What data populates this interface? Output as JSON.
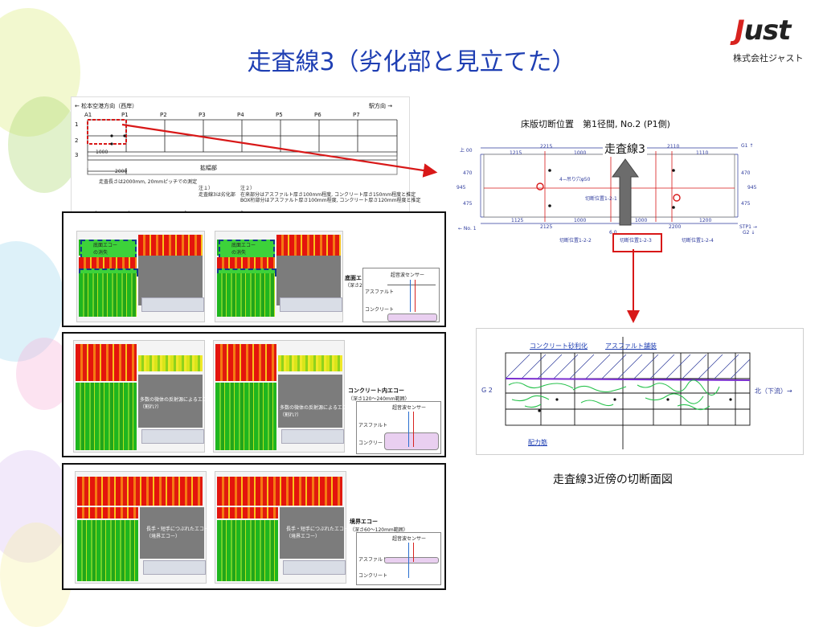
{
  "title": "走査線3（劣化部と見立てた）",
  "logo": {
    "mark_prefix": "J",
    "mark_rest": "ust",
    "company": "株式会社ジャスト"
  },
  "plan": {
    "left_dir": "←  松本空港方向（西岸）",
    "right_dir": "駅方向  →",
    "col_labels": [
      "A1",
      "P1",
      "P2",
      "P3",
      "P4",
      "P5",
      "P6",
      "P7"
    ],
    "row_labels": [
      "1",
      "2",
      "3"
    ],
    "widen_label": "拡幅部",
    "dim_2000": "2000",
    "dim_1000": "1000",
    "note_main": "走査長さは2000mm, 20mmピッチでの測定",
    "note1_title": "注１）",
    "note1_text": "走査線3は劣化部",
    "note2_title": "注２）",
    "note2_line1": "在来部分はアスファルト厚さ100mm程度, コンクリート厚さ150mm程度と推定",
    "note2_line2": "BOX桁部分はアスファルト厚さ100mm程度, コンクリート厚さ120mm程度と推定"
  },
  "panel1": {
    "echo_label_line1": "底面エコー",
    "echo_label_line2": "の消失",
    "side_title": "底面エ",
    "side_sub": "（深さ24",
    "sensor": "超音波センサー",
    "asphalt": "アスファルト",
    "concrete": "コンクリート"
  },
  "panel2": {
    "reflect_note1": "多数の微体の反射源によるエコー",
    "reflect_note2": "（割れ?）",
    "side_title": "コンクリート内エコー",
    "side_sub": "（深さ120〜240mm範囲）",
    "sensor": "超音波センサー",
    "asphalt": "アスファルト",
    "concrete": "コンクリート"
  },
  "panel3": {
    "note1": "長手・短手につぶれたエコー",
    "note2": "（境界エコー）",
    "side_title": "境界エコー",
    "side_sub": "（深さ60〜120mm範囲）",
    "sensor": "超音波センサー",
    "asphalt": "アスファルト",
    "concrete": "コンクリート"
  },
  "cutplan": {
    "title": "床版切断位置　第1径間, No.2 (P1側)",
    "scan_label": "走査線3",
    "dims_top": [
      "2215",
      "1215",
      "1000",
      "2110",
      "1110"
    ],
    "dims_bottom": [
      "1125",
      "1000",
      "1000",
      "1200",
      "2125",
      "2200"
    ],
    "left_dims": [
      "470",
      "945",
      "475"
    ],
    "right_dims": [
      "470",
      "945",
      "475"
    ],
    "hole_label": "4−吊り穴φ50",
    "cut_121": "切断位置1-2-1",
    "cut_122": "切断位置1-2-2",
    "cut_123": "切断位置1-2-3",
    "cut_124": "切断位置1-2-4",
    "left_edge": "← No. 1",
    "right_edge": "STP1 →",
    "g1_left": "上 00",
    "g1_right": "G1 ↑",
    "g2_right": "G2 ↓",
    "mid_label": "6.0"
  },
  "section": {
    "label_left": "コンクリート砂利化",
    "label_mid": "アスファルト舗装",
    "g2": "G 2",
    "north": "北（下流）→",
    "rebar": "配力筋",
    "caption": "走査線3近傍の切断面図"
  },
  "colors": {
    "title_blue": "#1f3fb3",
    "arrow_red": "#d81818",
    "frame": "#111111"
  }
}
